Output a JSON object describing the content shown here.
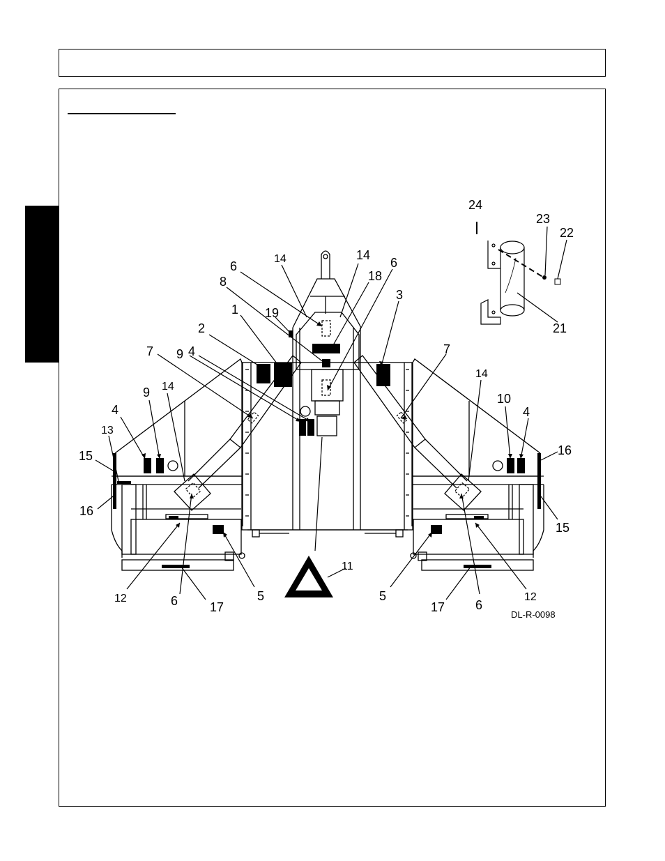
{
  "figure": {
    "figure_code": "DL-R-0098",
    "callouts": [
      "1",
      "2",
      "3",
      "4",
      "4",
      "4",
      "5",
      "5",
      "6",
      "6",
      "6",
      "6",
      "7",
      "7",
      "8",
      "9",
      "9",
      "10",
      "11",
      "12",
      "12",
      "13",
      "14",
      "14",
      "14",
      "14",
      "15",
      "15",
      "16",
      "16",
      "17",
      "17",
      "18",
      "19",
      "21",
      "22",
      "23",
      "24"
    ]
  }
}
